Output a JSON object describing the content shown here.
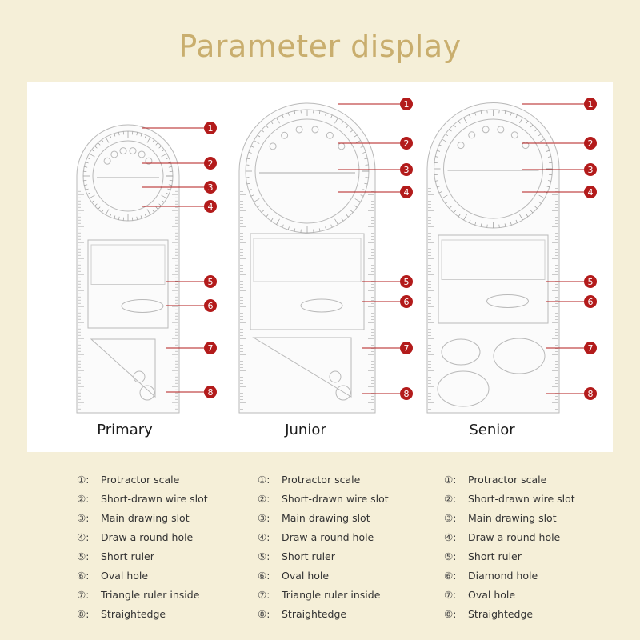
{
  "title": "Parameter display",
  "accent_color": "#b31b1b",
  "callout_numbers": [
    "1",
    "2",
    "3",
    "4",
    "5",
    "6",
    "7",
    "8"
  ],
  "products": [
    {
      "name": "Primary"
    },
    {
      "name": "Junior"
    },
    {
      "name": "Senior"
    }
  ],
  "legends": [
    {
      "items": [
        {
          "num": "①:",
          "text": "Protractor scale"
        },
        {
          "num": "②:",
          "text": "Short-drawn wire slot"
        },
        {
          "num": "③:",
          "text": "Main drawing slot"
        },
        {
          "num": "④:",
          "text": "Draw a round hole"
        },
        {
          "num": "⑤:",
          "text": "Short ruler"
        },
        {
          "num": "⑥:",
          "text": "Oval hole"
        },
        {
          "num": "⑦:",
          "text": "Triangle ruler inside"
        },
        {
          "num": "⑧:",
          "text": "Straightedge"
        }
      ]
    },
    {
      "items": [
        {
          "num": "①:",
          "text": "Protractor scale"
        },
        {
          "num": "②:",
          "text": "Short-drawn wire slot"
        },
        {
          "num": "③:",
          "text": "Main drawing slot"
        },
        {
          "num": "④:",
          "text": "Draw a round hole"
        },
        {
          "num": "⑤:",
          "text": "Short ruler"
        },
        {
          "num": "⑥:",
          "text": "Oval hole"
        },
        {
          "num": "⑦:",
          "text": "Triangle ruler inside"
        },
        {
          "num": "⑧:",
          "text": "Straightedge"
        }
      ]
    },
    {
      "items": [
        {
          "num": "①:",
          "text": "Protractor scale"
        },
        {
          "num": "②:",
          "text": "Short-drawn wire slot"
        },
        {
          "num": "③:",
          "text": "Main drawing slot"
        },
        {
          "num": "④:",
          "text": "Draw a round hole"
        },
        {
          "num": "⑤:",
          "text": "Short ruler"
        },
        {
          "num": "⑥:",
          "text": "Diamond hole"
        },
        {
          "num": "⑦:",
          "text": "Oval hole"
        },
        {
          "num": "⑧:",
          "text": "Straightedge"
        }
      ]
    }
  ]
}
